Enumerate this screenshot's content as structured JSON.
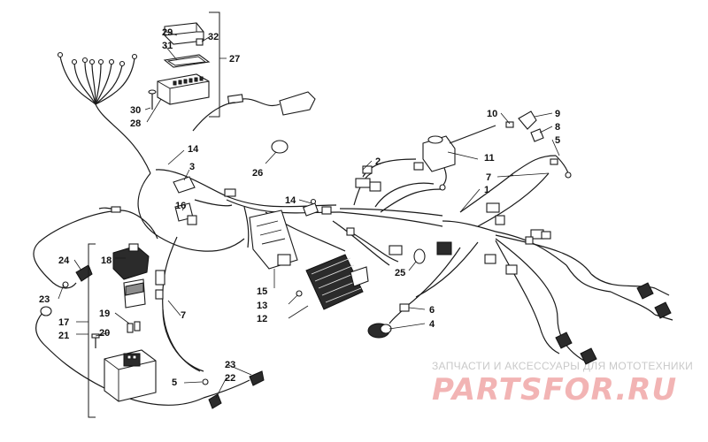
{
  "callouts": [
    {
      "id": "c1",
      "text": "1"
    },
    {
      "id": "c2",
      "text": "2"
    },
    {
      "id": "c3",
      "text": "3"
    },
    {
      "id": "c4",
      "text": "4"
    },
    {
      "id": "c5a",
      "text": "5"
    },
    {
      "id": "c5b",
      "text": "5"
    },
    {
      "id": "c6",
      "text": "6"
    },
    {
      "id": "c7a",
      "text": "7"
    },
    {
      "id": "c7b",
      "text": "7"
    },
    {
      "id": "c8",
      "text": "8"
    },
    {
      "id": "c9",
      "text": "9"
    },
    {
      "id": "c10",
      "text": "10"
    },
    {
      "id": "c11",
      "text": "11"
    },
    {
      "id": "c12",
      "text": "12"
    },
    {
      "id": "c13",
      "text": "13"
    },
    {
      "id": "c14a",
      "text": "14"
    },
    {
      "id": "c14b",
      "text": "14"
    },
    {
      "id": "c15",
      "text": "15"
    },
    {
      "id": "c16",
      "text": "16"
    },
    {
      "id": "c17",
      "text": "17"
    },
    {
      "id": "c18",
      "text": "18"
    },
    {
      "id": "c19",
      "text": "19"
    },
    {
      "id": "c20",
      "text": "20"
    },
    {
      "id": "c21",
      "text": "21"
    },
    {
      "id": "c22",
      "text": "22"
    },
    {
      "id": "c23a",
      "text": "23"
    },
    {
      "id": "c23b",
      "text": "23"
    },
    {
      "id": "c24",
      "text": "24"
    },
    {
      "id": "c25",
      "text": "25"
    },
    {
      "id": "c26",
      "text": "26"
    },
    {
      "id": "c27",
      "text": "27"
    },
    {
      "id": "c28",
      "text": "28"
    },
    {
      "id": "c29",
      "text": "29"
    },
    {
      "id": "c30",
      "text": "30"
    },
    {
      "id": "c31",
      "text": "31"
    },
    {
      "id": "c32",
      "text": "32"
    }
  ],
  "watermark": {
    "subtitle": "ЗАПЧАСТИ И АКСЕССУАРЫ ДЛЯ МОТОТЕХНИКИ",
    "logo": "PARTSFOR.RU"
  },
  "colors": {
    "line": "#1a1a1a",
    "watermark_logo": "#f2b4b4",
    "watermark_text": "#c9c9c9"
  }
}
